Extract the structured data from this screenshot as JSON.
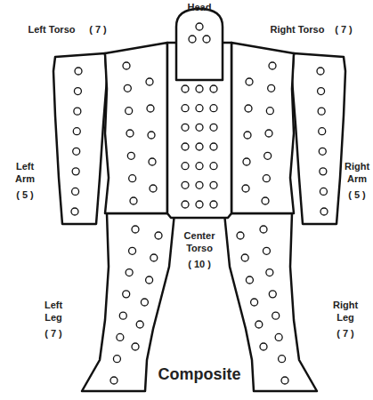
{
  "diagram": {
    "labels": [
      "Head",
      "Left Torso",
      "( 7 )",
      "Right Torso",
      "( 7 )",
      "Left Arm",
      "( 5 )",
      "Right Arm",
      "( 5 )",
      "Center Torso",
      "( 10 )",
      "Left Leg",
      "( 7 )",
      "Right Leg",
      "( 7 )",
      "Composite"
    ]
  }
}
